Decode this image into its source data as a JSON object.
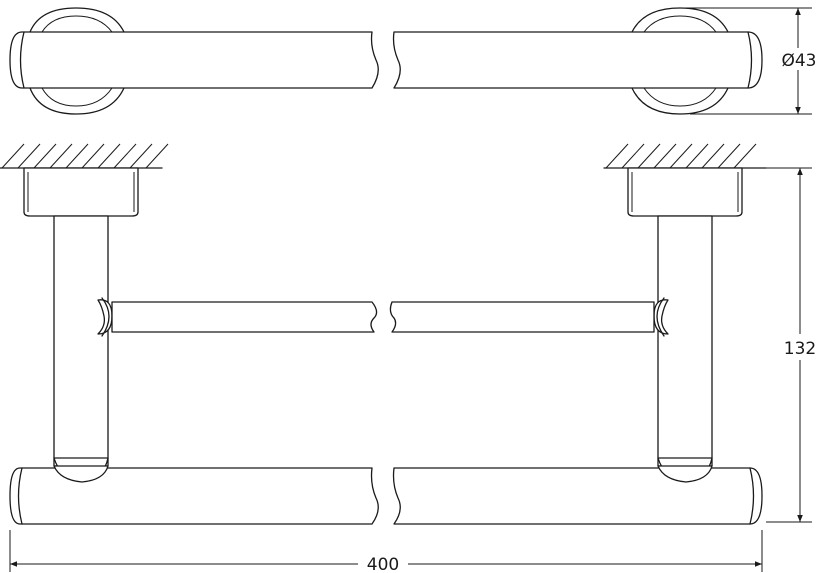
{
  "dimensions": {
    "diameter": "Ø43",
    "height": "132",
    "width": "400"
  },
  "colors": {
    "line": "#1a1a1a",
    "background": "#ffffff"
  }
}
